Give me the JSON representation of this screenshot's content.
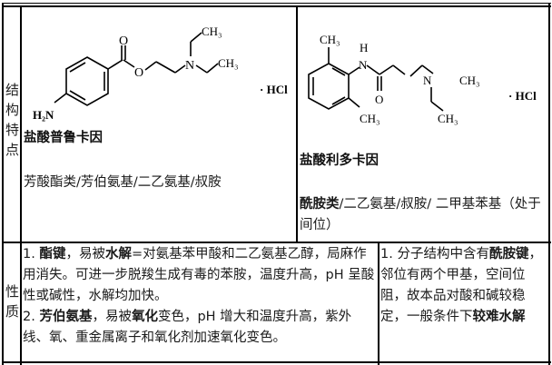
{
  "row_labels": {
    "structure": [
      "结",
      "构",
      "特",
      "点"
    ],
    "properties": [
      "性",
      "质"
    ]
  },
  "procaine": {
    "name": "盐酸普鲁卡因",
    "features": "芳酸酯类/芳伯氨基/二乙氨基/叔胺",
    "structure_labels": {
      "amine": "H₂N",
      "carbonyl_o": "O",
      "ester_o": "O",
      "nitrogen": "N",
      "methyl_top": "CH₃",
      "methyl_right": "CH₃",
      "salt": "· HCl"
    },
    "properties": [
      {
        "num": "1. ",
        "parts": [
          {
            "text": "酯键",
            "bold": true
          },
          {
            "text": "，易被",
            "bold": false
          },
          {
            "text": "水解",
            "bold": true
          },
          {
            "text": "=对氨基苯甲酸和二乙氨基乙醇，局麻作用消失。可进一步脱羧生成有毒的苯胺，温度升高，pH 呈酸性或碱性，水解均加快。",
            "bold": false
          }
        ]
      },
      {
        "num": "2. ",
        "parts": [
          {
            "text": "芳伯氨基",
            "bold": true
          },
          {
            "text": "，易被",
            "bold": false
          },
          {
            "text": "氧化",
            "bold": true
          },
          {
            "text": "变色，pH 增大和温度升高，紫外线、氧、重金属离子和氧化剂加速氧化变色。",
            "bold": false
          }
        ]
      }
    ]
  },
  "lidocaine": {
    "name": "盐酸利多卡因",
    "features_bold": "酰胺类",
    "features_rest": "/二乙氨基/叔胺/ 二甲基苯基（处于间位）",
    "structure_labels": {
      "methyl_top": "CH₃",
      "methyl_bottom": "CH₃",
      "nh_h": "H",
      "nh_n": "N",
      "carbonyl_o": "O",
      "nitrogen": "N",
      "ethyl_right": "CH₃",
      "ethyl_down": "CH₃",
      "salt": "· HCl"
    },
    "properties": [
      {
        "num": "1. ",
        "parts": [
          {
            "text": "分子结构中含有",
            "bold": false
          },
          {
            "text": "酰胺键",
            "bold": true
          },
          {
            "text": "，邻位有两个甲基，空间位阻，故本品对酸和碱较稳定，一般条件下",
            "bold": false
          },
          {
            "text": "较难水解",
            "bold": true
          }
        ]
      }
    ]
  }
}
